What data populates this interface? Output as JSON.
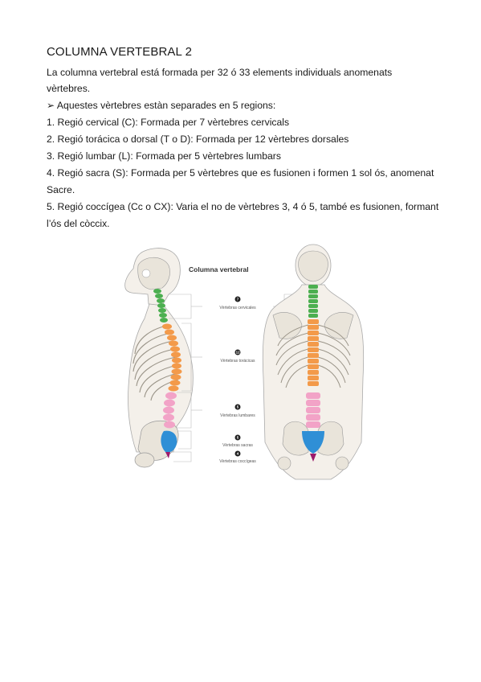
{
  "doc": {
    "title": "COLUMNA VERTEBRAL 2",
    "intro_1": "La columna vertebral está formada per 32 ó 33 elements individuals anomenats",
    "intro_2": "vèrtebres.",
    "regions_intro": "➢ Aquestes vèrtebres estàn separades en 5 regions:",
    "item_1": "1. Regió cervical (C): Formada per 7 vèrtebres cervicals",
    "item_2": "2. Regió torácica o dorsal (T o D): Formada per 12 vèrtebres dorsales",
    "item_3": "3. Regió lumbar (L): Formada per 5 vèrtebres lumbars",
    "item_4a": "4. Regió sacra (S): Formada per 5 vèrtebres que es fusionen i formen 1 sol ós, anomenat",
    "item_4b": "Sacre.",
    "item_5a": "5. Regió coccígea (Cc o CX): Varia el no de vèrtebres 3, 4 ó 5, també es fusionen, formant",
    "item_5b": "l’ós del còccix."
  },
  "figure": {
    "title": "Columna vertebral",
    "regions": [
      {
        "count": "7",
        "label": "Vèrtebras cervicales",
        "color": "#4caf50"
      },
      {
        "count": "12",
        "label": "Vèrtebras torácicas",
        "color": "#f39a4a"
      },
      {
        "count": "5",
        "label": "Vèrtebras lumbares",
        "color": "#f2a3c7"
      },
      {
        "count": "5",
        "label": "Vèrtebras sacras",
        "color": "#2f8fd6"
      },
      {
        "count": "4",
        "label": "Vèrtebras coccígeas",
        "color": "#9c1a6b"
      }
    ]
  }
}
